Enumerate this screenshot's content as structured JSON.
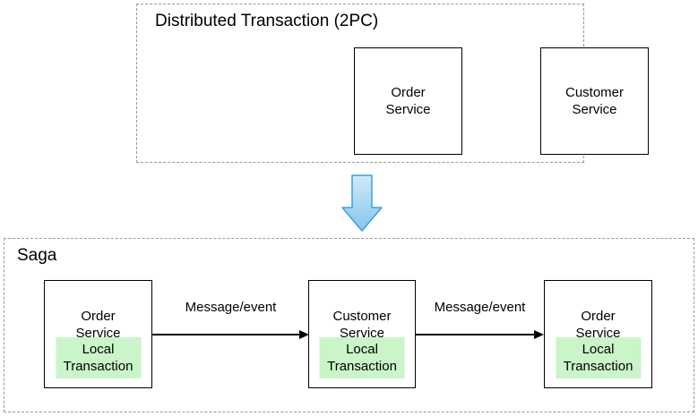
{
  "diagram": {
    "top_group": {
      "title": "Distributed Transaction (2PC)",
      "boxes": [
        {
          "label": "Order\nService"
        },
        {
          "label": "Customer\nService"
        }
      ]
    },
    "transition": {
      "icon": "down-arrow"
    },
    "saga_group": {
      "title": "Saga",
      "nodes": [
        {
          "label": "Order\nService",
          "sub": "Local\nTransaction"
        },
        {
          "label": "Customer\nService",
          "sub": "Local\nTransaction"
        },
        {
          "label": "Order\nService",
          "sub": "Local\nTransaction"
        }
      ],
      "edges": [
        {
          "label": "Message/event"
        },
        {
          "label": "Message/event"
        }
      ]
    },
    "colors": {
      "frame_border": "#999999",
      "node_border": "#000000",
      "local_transaction_fill": "#c9f5c9",
      "arrow_fill_top": "#cfe9fa",
      "arrow_fill_bottom": "#85c6ee",
      "arrow_stroke": "#3da0dc",
      "edge_color": "#000000",
      "text_color": "#000000",
      "background": "#ffffff"
    }
  }
}
